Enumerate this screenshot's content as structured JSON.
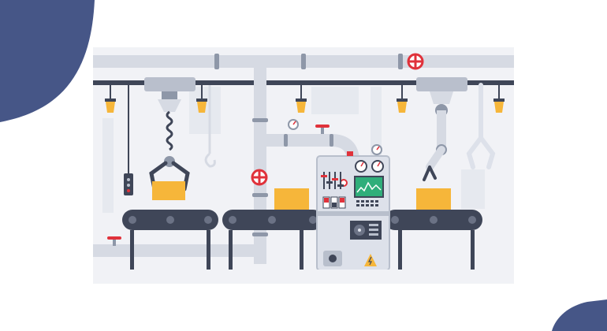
{
  "palette": {
    "background": "#ffffff",
    "panel": "#f1f2f6",
    "pipe": "#d6dae3",
    "pipe_dark": "#b9bfcc",
    "pipe_joint": "#8e97a8",
    "navy": "#465687",
    "belt": "#3f4658",
    "belt_roller": "#6b7285",
    "box": "#f6b63a",
    "box_shadow": "#e39d22",
    "lamp": "#f6b63a",
    "valve": "#e0323b",
    "machine": "#dde1ea",
    "machine_dark": "#b8bfcc",
    "screen": "#2fae7a",
    "screen_line": "#ffffff",
    "hazard": "#f6b63a"
  },
  "scene": {
    "conveyor_segments": 3,
    "boxes_on_belt": 3,
    "hanging_lamps": 5,
    "valves": 3,
    "gauges": 5,
    "robotic_arms": 1,
    "overhead_claws": 1,
    "hazard_symbol": "lightning-bolt"
  }
}
